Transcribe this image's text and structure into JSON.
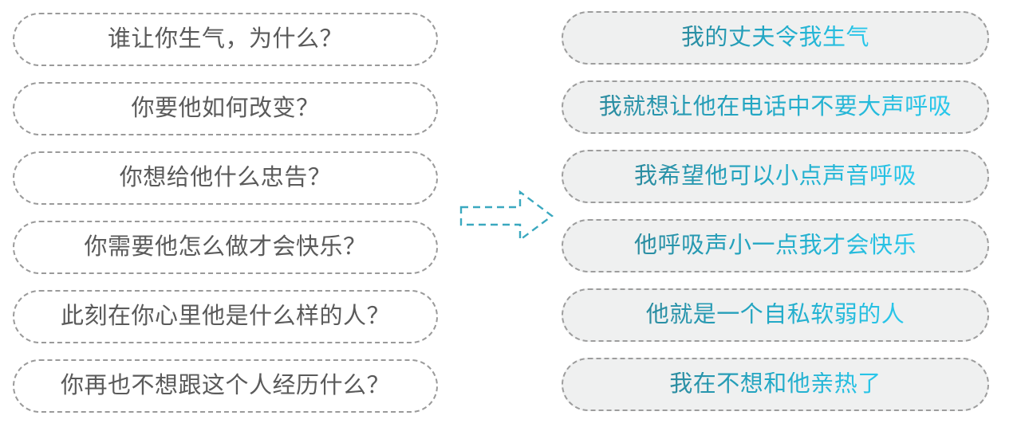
{
  "diagram": {
    "title_hidden": "",
    "arrow": {
      "name": "flow-arrow-right",
      "direction": "right",
      "style": "dashed-outline",
      "color": "#3aa8bf"
    },
    "colors": {
      "question_text": "#5a5a5a",
      "question_border": "#9a9a9a",
      "question_fill": "#ffffff",
      "answer_fill": "#eff0f0",
      "answer_border": "#9d9d9d",
      "answer_text_start": "#2b8b9f",
      "answer_text_end": "#28c8ec"
    },
    "left_column": {
      "name": "questions",
      "items": [
        {
          "text": "谁让你生气，为什么？"
        },
        {
          "text": "你要他如何改变？"
        },
        {
          "text": "你想给他什么忠告？"
        },
        {
          "text": "你需要他怎么做才会快乐？"
        },
        {
          "text": "此刻在你心里他是什么样的人？"
        },
        {
          "text": "你再也不想跟这个人经历什么？"
        }
      ]
    },
    "right_column": {
      "name": "answers",
      "items": [
        {
          "text": "我的丈夫令我生气",
          "wide": false
        },
        {
          "text": "我就想让他在电话中不要大声呼吸",
          "wide": true
        },
        {
          "text": "我希望他可以小点声音呼吸",
          "wide": false
        },
        {
          "text": "他呼吸声小一点我才会快乐",
          "wide": false
        },
        {
          "text": "他就是一个自私软弱的人",
          "wide": false
        },
        {
          "text": "我在不想和他亲热了",
          "wide": false
        }
      ]
    }
  }
}
